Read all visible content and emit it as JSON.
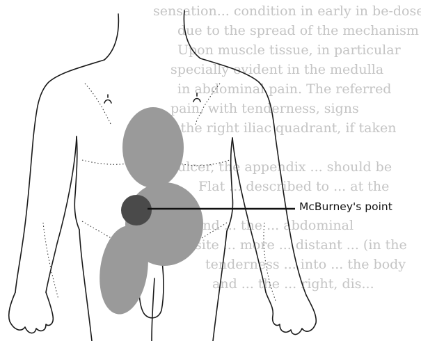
{
  "background_text_lines": [
    "sensation... condition in early in be-dose",
    "due to the spread of the mechanism",
    "Upon muscle tissue, in particular",
    "specially evident in the medulla",
    "in abdominal pain. The referred",
    "pain, with tenderness, signs",
    "of the right iliac quadrant, if taken",
    "ulcer, the appendix ... should be",
    "Flat ... described to ... at the",
    "and ... the ... abdominal",
    "site ... more ... distant ... (in the",
    "tenderness ... into ... the body",
    "and ... the ... right, dis..."
  ],
  "annotation": {
    "label": "McBurney's point"
  },
  "colors": {
    "region_fill": "#9a9a9a",
    "point_fill": "#4a4a4a",
    "outline": "#1a1a1a",
    "faint_text": "#c4c4c4"
  }
}
